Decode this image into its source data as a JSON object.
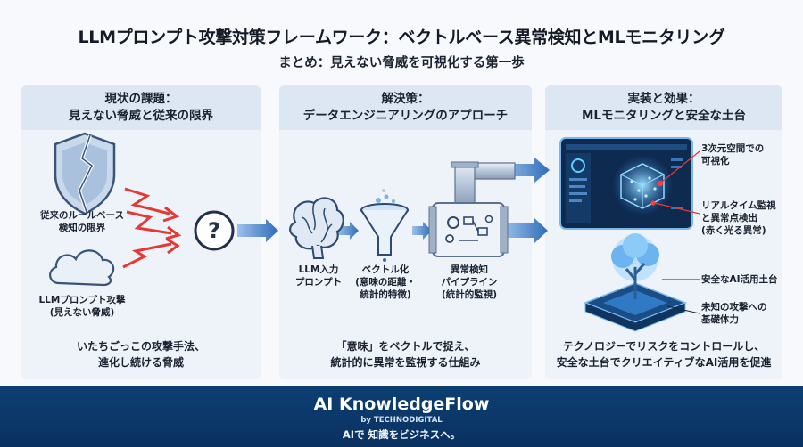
{
  "title": "LLMプロンプト攻撃対策フレームワーク：ベクトルベース異常検知とMLモニタリング",
  "subtitle": "まとめ：見えない脅威を可視化する第一歩",
  "panels": [
    {
      "heading": [
        "現状の課題：",
        "見えない脅威と従来の限界"
      ],
      "labels": {
        "rule": [
          "従来のルールベース",
          "検知の限界"
        ],
        "attack": [
          "LLMプロンプト攻撃",
          "(見えない脅威)"
        ]
      },
      "footer": [
        "いたちごっこの攻撃手法、",
        "進化し続ける脅威"
      ]
    },
    {
      "heading": [
        "解決策：",
        "データエンジニアリングのアプローチ"
      ],
      "labels": {
        "input": [
          "LLM入力",
          "プロンプト"
        ],
        "vector": [
          "ベクトル化",
          "(意味の距離・",
          "統計的特徴)"
        ],
        "pipeline": [
          "異常検知",
          "パイプライン",
          "(統計的監視)"
        ]
      },
      "footer": [
        "「意味」をベクトルで捉え、",
        "統計的に異常を監視する仕組み"
      ]
    },
    {
      "heading": [
        "実装と効果：",
        "MLモニタリングと安全な土台"
      ],
      "labels": {
        "viz": [
          "3次元空間での",
          "可視化"
        ],
        "realtime": [
          "リアルタイム監視",
          "と異常点検出",
          "(赤く光る異常)"
        ],
        "foundation": [
          "安全なAI活用土台"
        ],
        "resilience": [
          "未知の攻撃への",
          "基礎体力"
        ]
      },
      "footer": [
        "テクノロジーでリスクをコントロールし、",
        "安全な土台でクリエイティブなAI活用を促進"
      ]
    }
  ],
  "icons": {
    "question": "?",
    "broken_shield": "broken-shield-icon",
    "cloud": "cloud-icon",
    "brain": "brain-icon",
    "funnel": "funnel-icon",
    "pipe": "pipeline-icon",
    "dashboard": "dashboard-icon",
    "tree": "tree-icon"
  },
  "footer": {
    "brand": "AI KnowledgeFlow",
    "by": "by TECHNODIGITAL",
    "tagline": "AIで 知識をビジネスへ。"
  },
  "colors": {
    "accent_blue": "#2f6db8",
    "alert_red": "#e53935",
    "footer_navy": "#0d3f73"
  }
}
